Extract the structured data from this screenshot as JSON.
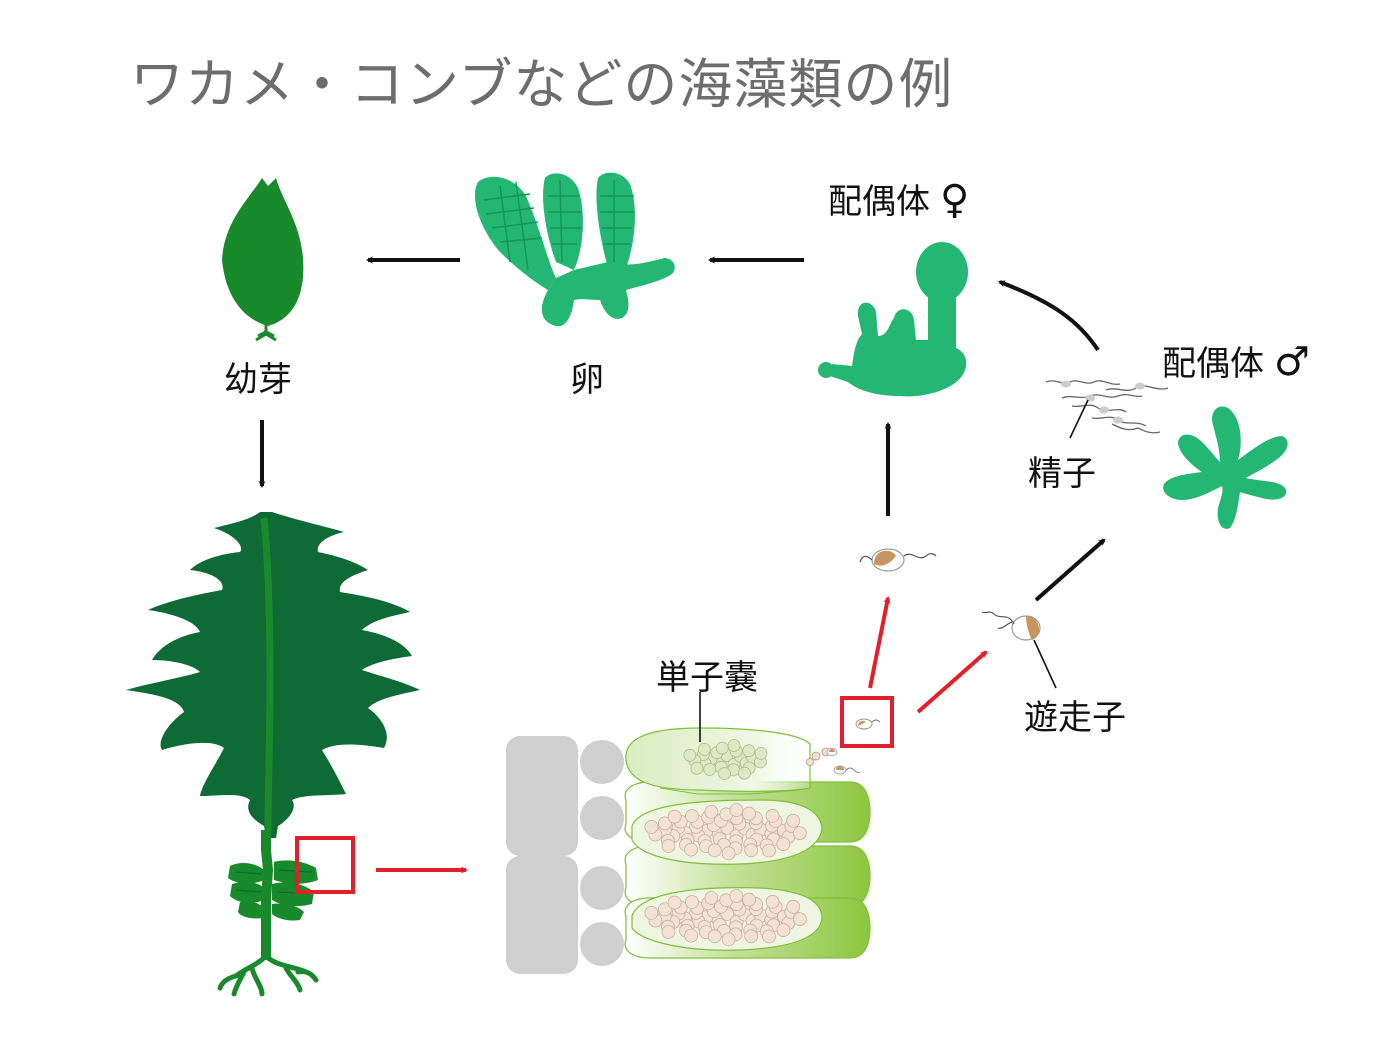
{
  "title": "ワカメ・コンブなどの海藻類の例",
  "labels": {
    "young_sprout": "幼芽",
    "egg": "卵",
    "gametophyte_female": "配偶体",
    "female_symbol": "♀",
    "gametophyte_male": "配偶体",
    "male_symbol": "♂",
    "sperm": "精子",
    "sporangium": "単子嚢",
    "zoospore": "遊走子"
  },
  "colors": {
    "dark_green": "#0e6b35",
    "sprout_green": "#188a2c",
    "light_green": "#24b673",
    "tissue_green": "#8cc63f",
    "gray_cells": "#cfcfcf",
    "spore_brown": "#c5965f",
    "black_arrow": "#111111",
    "red_arrow": "#e3202a",
    "title_gray": "#6d6d6d"
  },
  "icons": [
    "arrow-left-icon",
    "arrow-down-icon",
    "arrow-up-icon",
    "arrow-up-right-icon",
    "curved-arrow-icon",
    "red-arrow-icon",
    "magnify-box-icon"
  ]
}
